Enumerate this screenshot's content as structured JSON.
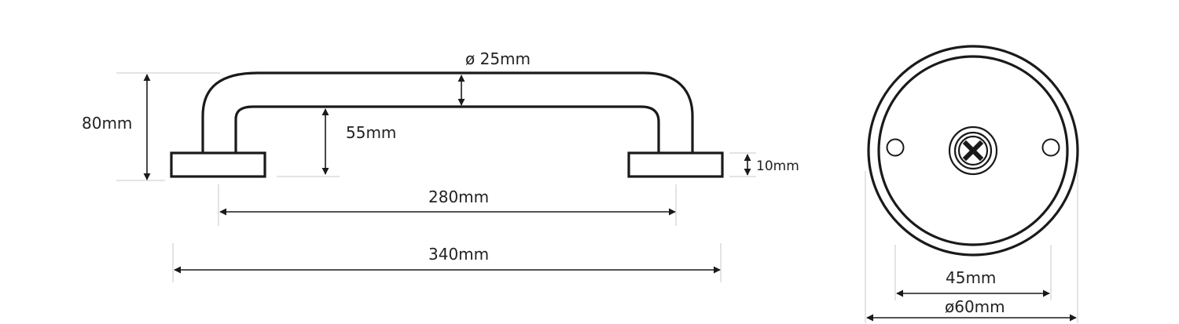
{
  "side_view": {
    "tube_diameter": "ø 25mm",
    "overall_height": "80mm",
    "clearance": "55mm",
    "base_height": "10mm",
    "inner_span": "280mm",
    "overall_length": "340mm"
  },
  "front_view": {
    "hole_spacing": "45mm",
    "plate_diameter": "ø60mm"
  },
  "colors": {
    "line": "#1a1a1a",
    "guide": "#c8c8c8",
    "text": "#222222"
  }
}
